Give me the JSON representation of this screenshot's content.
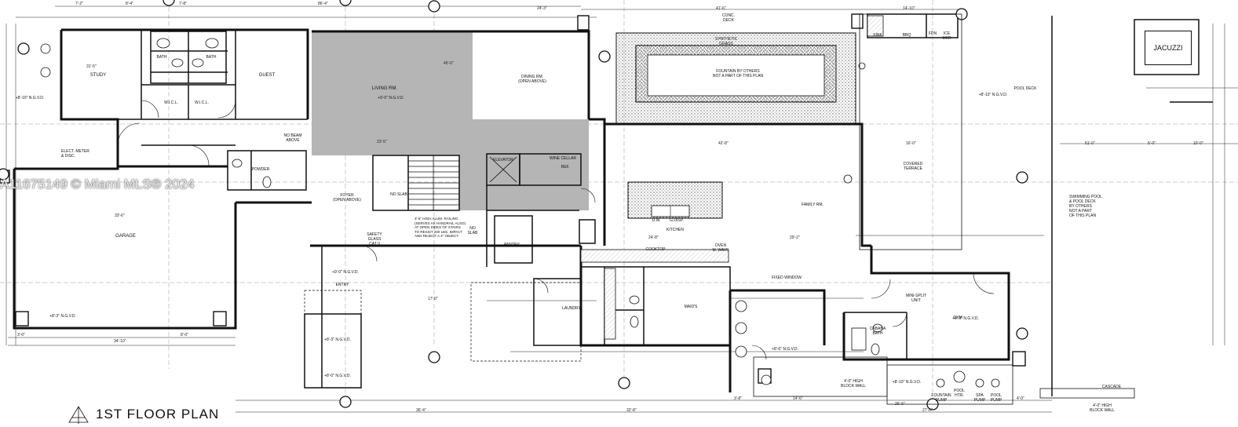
{
  "title": "1ST FLOOR PLAN",
  "watermark": "A11675149 © Miami MLS® 2024",
  "rooms": {
    "study": "STUDY",
    "guest": "GUEST",
    "bath1": "BATH",
    "bath2": "BATH",
    "wicl1": "W.I.C.L.",
    "wicl2": "W.I.C.L.",
    "living": "LIVING RM.",
    "dining": "DINING RM.\n(OPEN ABOVE)",
    "foyer": "FOYER\n(OPEN ABOVE)",
    "no_slab": "NO SLAB",
    "no_slab2": "NO\nSLAB",
    "garage": "GARAGE",
    "powder": "POWDER",
    "elevator": "ELEVATOR",
    "wine_cellar": "WINE CELLAR",
    "pantry": "PANTRY",
    "kitchen": "KITCHEN",
    "family": "FAMILY RM.",
    "covered_terrace": "COVERED\nTERRACE",
    "maids": "MAID'S",
    "laundry": "LAUNDRY",
    "entry": "ENTRY",
    "gym": "GYM",
    "cabana_bath": "CABANA\nBATH",
    "jacuzzi": "JACUZZI",
    "pool_deck": "POOL DECK",
    "conc_deck": "CONC.\nDECK",
    "synthetic_grass": "SYNTHETIC\nGRASS",
    "fountain": "FOUNTAIN BY OTHERS\nNOT A PART OF THIS PLAN",
    "swimming_pool": "SWIMMING POOL\n& POOL DECK\nBY OTHERS\nNOT A PART\nOF THIS PLAN",
    "no_beam": "NO BEAM\nABOVE",
    "elect_meter": "ELECT. METER\n& DISC.",
    "railing_note": "3'-6\" HIGH ALUM. RAILING\n(SERVES AS HANDRAIL ALSO)\nAT OPEN SIDES OF STAIRS\nTO RESIST 200 LBS. IMPACT\nAND REJECT A 4\" OBJECT.",
    "safety_glass": "SAFETY GLASS\nCAT II",
    "fixed_window": "FIXED WINDOW",
    "cooktop": "COOKTOP",
    "oven": "OVEN\nM. WAVE",
    "block_wall": "4'-0\" HIGH\nBLOCK WALL",
    "block_wall2": "4'-0\" HIGH\nBLOCK WALL",
    "cascade": "CASCADE",
    "fountain_pump": "FOUNTAIN\nPUMP",
    "pool_htr": "POOL\nHTR.",
    "spa_pump": "SPA\nPUMP",
    "pool_pump": "POOL\nPUMP",
    "mini_split": "MINI-SPLIT\nUNIT",
    "dw": "D.W.",
    "g_disp": "G.DISP.",
    "ref": "REF.",
    "sink": "SINK",
    "bbq": "BBQ",
    "ice_mkr": "ICE\nMKR",
    "fdn": "FDN"
  },
  "elevations": [
    "+8'-10\" N.G.V.D.",
    "+8'-3\" N.G.V.D.",
    "+9'-0\" N.G.V.D.",
    "+9'-0\" N.G.V.D.",
    "+8'-3\" N.G.V.D.",
    "+8'-0\" N.G.V.D.",
    "+9'-0\" N.G.V.D.",
    "+8'-10\" N.G.V.D.",
    "+8'-6\" N.G.V.D.",
    "+8'-10\" N.G.V.D."
  ],
  "dimensions": {
    "top": [
      "7'-2\"",
      "8'-4\"",
      "7'-8\"",
      "86'-4\"",
      "24'-3\"",
      "41'-6\"",
      "14'-10\""
    ],
    "mid": [
      "31'-5\"",
      "45'-0\"",
      "23'-5\"",
      "42'-8\"",
      "33'-6\"",
      "24'-8\"",
      "29'-2\"",
      "16'-0\"",
      "51'-0\"",
      "5'-0\"",
      "10'-0\""
    ],
    "bottom": [
      "3'-0\"",
      "34'-10\"",
      "8'-0\"",
      "36'-4\"",
      "32'-8\"",
      "26'-6\"",
      "27'-0\"",
      "3'-8\"",
      "4'-0\"",
      "14'-6\"",
      "17'-0\""
    ]
  }
}
